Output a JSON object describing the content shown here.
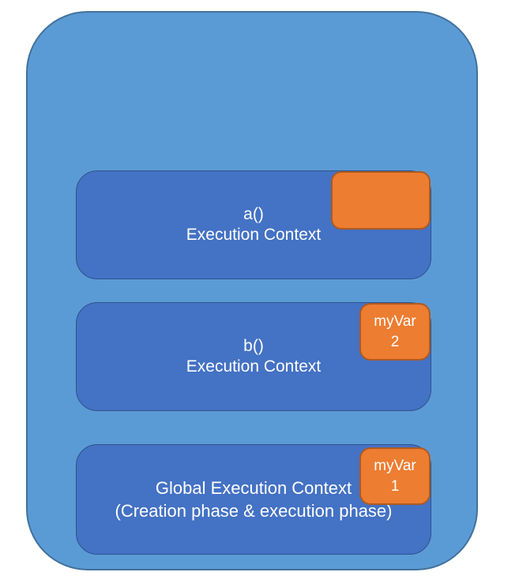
{
  "diagram": {
    "kind": "execution-context-stack",
    "colors": {
      "background": "#FFFFFF",
      "container_fill": "#5B9BD5",
      "container_border": "#41719C",
      "context_fill": "#4472C4",
      "context_border": "#2F528F",
      "variable_fill": "#ED7D31",
      "variable_border": "#AE5A21",
      "text": "#FFFFFF"
    },
    "stack": [
      {
        "line1": "a()",
        "line2": "Execution Context",
        "variable": {
          "label": "",
          "value": ""
        }
      },
      {
        "line1": "b()",
        "line2": "Execution Context",
        "variable": {
          "label": "myVar",
          "value": "2"
        }
      },
      {
        "line1": "Global Execution Context",
        "line2": "(Creation phase & execution phase)",
        "variable": {
          "label": "myVar",
          "value": "1"
        }
      }
    ]
  }
}
